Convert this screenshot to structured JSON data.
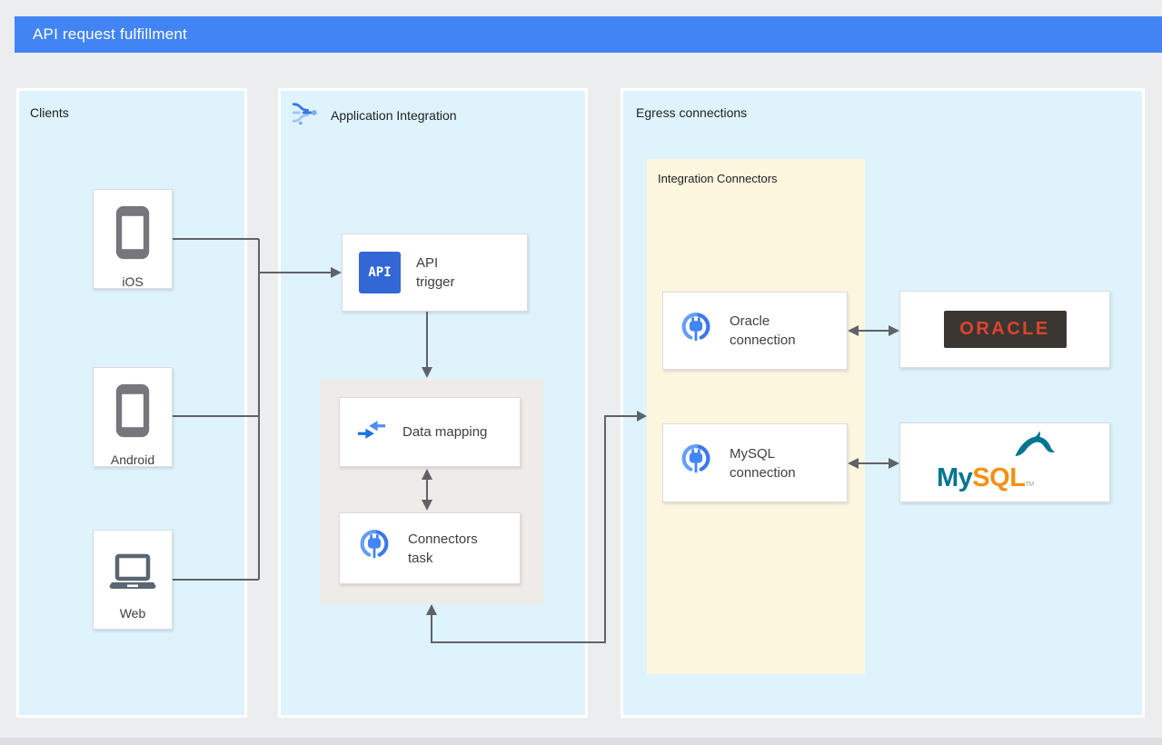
{
  "title_bar": {
    "label": "API request fulfillment"
  },
  "colors": {
    "header_blue": "#4284F4",
    "zone_blue": "#DFF3FC",
    "group_beige": "#EFEBE9",
    "group_yellow": "#FDF6DF",
    "wire_gray": "#5F6368",
    "google_blue": "#4285F4",
    "google_blue_light": "#669DF6",
    "oracle_red": "#E0432D",
    "oracle_dark": "#3A3632",
    "mysql_teal": "#00758F",
    "mysql_orange": "#F29111"
  },
  "icons": {
    "smartphone-icon": "gray rounded-rect phone with white screen",
    "laptop-icon": "gray laptop outline with base bar",
    "application-integration-icon": "blue branching flow lines with dot",
    "api-trigger-icon": "blue square badge with API text",
    "data-mapping-icon": "two blue arrows converging",
    "integration-connector-icon": "blue plug inside split blue ring"
  },
  "clients": {
    "label": "Clients",
    "items": [
      {
        "label": "iOS",
        "icon": "smartphone-icon"
      },
      {
        "label": "Android",
        "icon": "smartphone-icon"
      },
      {
        "label": "Web",
        "icon": "laptop-icon"
      }
    ]
  },
  "application_integration": {
    "label": "Application Integration",
    "api_trigger": {
      "label": "API trigger",
      "badge_text": "API"
    },
    "data_mapping": {
      "label": "Data mapping"
    },
    "connectors_task": {
      "label": "Connectors task"
    }
  },
  "egress": {
    "label": "Egress connections",
    "integration_connectors": {
      "label": "Integration Connectors",
      "oracle_connection": {
        "label": "Oracle connection"
      },
      "mysql_connection": {
        "label": "MySQL connection"
      }
    },
    "oracle_db": {
      "logo_text": "ORACLE"
    },
    "mysql_db": {
      "logo_my": "My",
      "logo_sql": "SQL",
      "trademark": "TM"
    }
  }
}
